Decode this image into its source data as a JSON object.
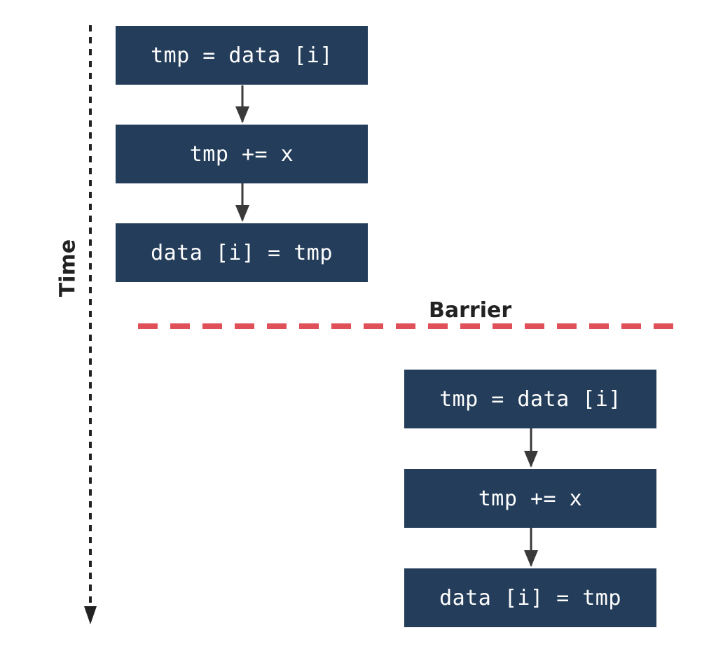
{
  "colors": {
    "box_bg": "#243d5a",
    "box_text": "#ffffff",
    "arrow": "#3a3a3a",
    "barrier": "#e05058",
    "time_axis": "#222222"
  },
  "time_axis": {
    "label": "Time"
  },
  "barrier": {
    "label": "Barrier"
  },
  "thread_a": {
    "steps": [
      "tmp = data [i]",
      "tmp += x",
      "data [i] = tmp"
    ]
  },
  "thread_b": {
    "steps": [
      "tmp = data [i]",
      "tmp += x",
      "data [i] = tmp"
    ]
  }
}
